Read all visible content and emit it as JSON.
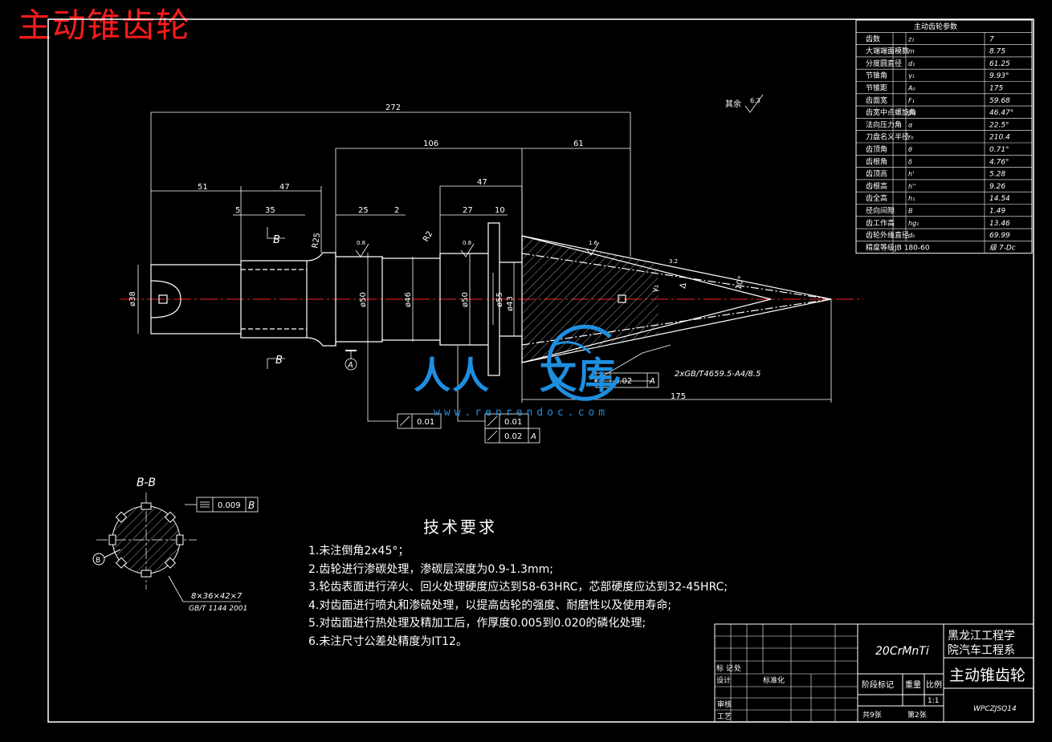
{
  "drawing_title": "主动锥齿轮",
  "params_table": {
    "title": "主动齿轮参数",
    "rows": [
      {
        "name": "齿数",
        "symbol": "z₁",
        "value": "7"
      },
      {
        "name": "大端端面模数",
        "symbol": "m",
        "value": "8.75"
      },
      {
        "name": "分度圆直径",
        "symbol": "d₁",
        "value": "61.25"
      },
      {
        "name": "节锥角",
        "symbol": "γ₁",
        "value": "9.93°"
      },
      {
        "name": "节锥距",
        "symbol": "A₀",
        "value": "175"
      },
      {
        "name": "齿面宽",
        "symbol": "F₁",
        "value": "59.68"
      },
      {
        "name": "齿宽中点螺旋角",
        "symbol": "β₁",
        "value": "46.47°"
      },
      {
        "name": "法向压力角",
        "symbol": "α",
        "value": "22.5°"
      },
      {
        "name": "刀盘名义半径",
        "symbol": "r₀",
        "value": "210.4"
      },
      {
        "name": "齿顶角",
        "symbol": "θ",
        "value": "0.71°"
      },
      {
        "name": "齿根角",
        "symbol": "δ",
        "value": "4.76°"
      },
      {
        "name": "齿顶高",
        "symbol": "h'",
        "value": "5.28"
      },
      {
        "name": "齿根高",
        "symbol": "h''",
        "value": "9.26"
      },
      {
        "name": "齿全高",
        "symbol": "h₁",
        "value": "14.54"
      },
      {
        "name": "径向间隙",
        "symbol": "B",
        "value": "1.49"
      },
      {
        "name": "齿工作高",
        "symbol": "hg₁",
        "value": "13.46"
      },
      {
        "name": "齿轮外缘直径",
        "symbol": "d₀",
        "value": "69.99"
      }
    ],
    "footer_label": "精度等级JB 180-60",
    "footer_value": "级 7-Dc"
  },
  "dimensions": {
    "d272": "272",
    "d106": "106",
    "d61_right": "61",
    "d61_left": "51",
    "d47_top": "47",
    "d47_mid": "47",
    "d5": "5",
    "d35": "35",
    "d25": "25",
    "d2": "2",
    "d27": "27",
    "d10": "10",
    "d175": "175",
    "dia38": "ø38",
    "dia46": "ø46",
    "dia50a": "ø50",
    "dia50b": "ø50",
    "dia55": "ø55",
    "dia43": "ø43",
    "r25": "R25",
    "r2": "R2",
    "ang_a": "γ₁",
    "ang_b": "Δ",
    "ang_c": "10°",
    "thread_note": "2xGB/T4659.5-A4/8.5",
    "rough_default": "其余",
    "rough_val": "6.3",
    "rough_small": "0.8",
    "rough_face": "3.2",
    "rough_gear": "1.6"
  },
  "tolerances": {
    "t1_value": "0.02",
    "t1_datum": "A",
    "t2_value": "0.01",
    "t3_value": "0.02",
    "t3_datum": "A",
    "t4_value": "0.01",
    "sect_value": "0.009",
    "sect_datum": "B",
    "datum_a": "A"
  },
  "section": {
    "title": "B-B",
    "note_line1": "8×36×42×7",
    "note_line2": "GB/T 1144 2001",
    "cut_label": "B"
  },
  "tech_requirements": {
    "title": "技术要求",
    "items": [
      "1.未注倒角2x45°；",
      "2.齿轮进行渗碳处理，渗碳层深度为0.9-1.3mm;",
      "3.轮齿表面进行淬火、回火处理硬度应达到58-63HRC，芯部硬度应达到32-45HRC;",
      "4.对齿面进行喷丸和渗硫处理，以提高齿轮的强度、耐磨性以及使用寿命;",
      "5.对齿面进行热处理及精加工后，作厚度0.005到0.020的磷化处理;",
      "6.未注尺寸公差处精度为IT12。"
    ]
  },
  "title_block": {
    "material": "20CrMnTi",
    "school_line1": "黑龙江工程学",
    "school_line2": "院汽车工程系",
    "part_name": "主动锥齿轮",
    "stage_label": "阶段标记",
    "weight_label": "重量",
    "scale_label": "比例",
    "scale_value": "1:1",
    "sheets_total": "共9张",
    "sheet_no": "第2张",
    "drawing_no": "WPCZJSQ14",
    "mark_label": "标 记",
    "loc_label": "处",
    "design_label": "设计",
    "std_label": "标准化",
    "review_label": "审核",
    "craft_label": "工艺"
  },
  "watermark": {
    "cn_left": "人人",
    "cn_right": "文库",
    "url": "www.renrendoc.com"
  },
  "colors": {
    "background": "#000000",
    "line": "#ffffff",
    "title_red": "#ff1a1a",
    "centerline": "#ff2020",
    "watermark": "#1e8fe0"
  }
}
